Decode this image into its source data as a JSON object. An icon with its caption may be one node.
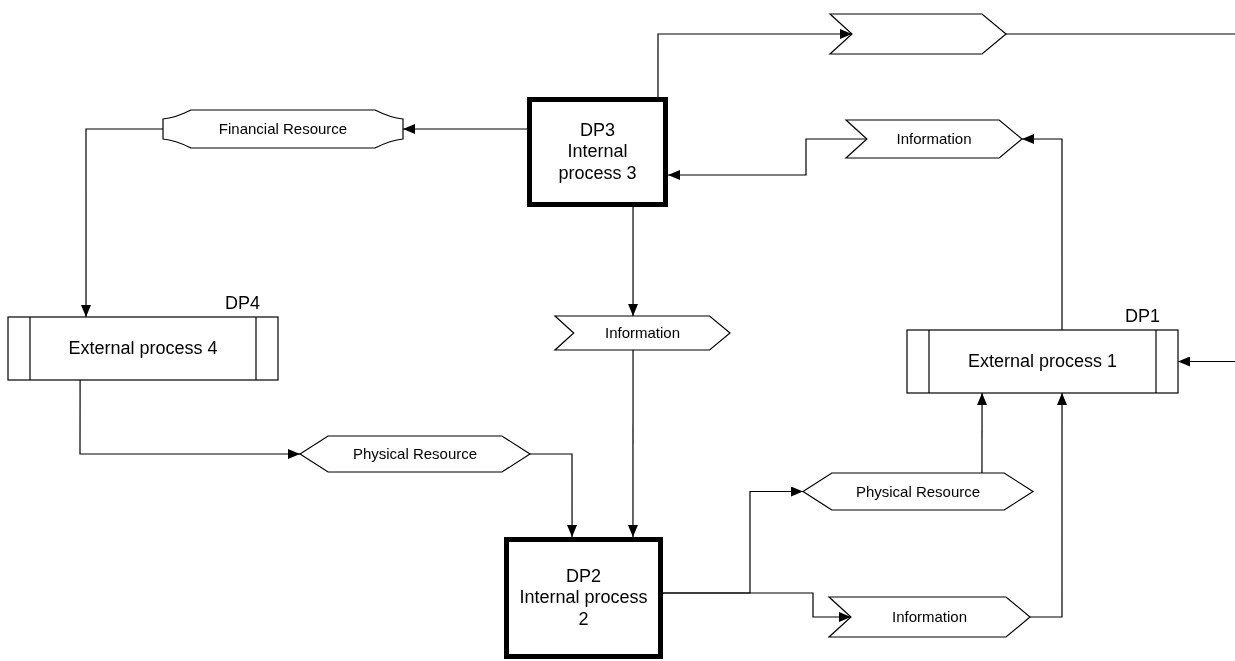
{
  "diagram": {
    "nodes": [
      {
        "text": [],
        "shape": "chevron"
      },
      {
        "text": [
          "Financial Resource"
        ]
      },
      {
        "text": [
          "DP3",
          "Internal process 3"
        ]
      },
      {
        "text": [
          "Information"
        ]
      },
      {
        "text": [
          "External process 4"
        ],
        "beside": [
          "DP4"
        ]
      },
      {
        "text": [
          "Information"
        ]
      },
      {
        "text": [
          "External process 1"
        ],
        "beside": [
          "DP1"
        ]
      },
      {
        "text": [
          "Physical Resource"
        ]
      },
      {
        "text": [
          "Physical Resource"
        ]
      },
      {
        "text": [
          "DP2",
          "Internal process 2"
        ]
      },
      {
        "text": [
          "Information"
        ]
      }
    ],
    "edges": [
      {
        "from": 2,
        "to": 0,
        "arrow": "to"
      },
      {
        "from": 0,
        "to": null,
        "arrow": "none"
      },
      {
        "from": 2,
        "to": 1,
        "arrow": "to"
      },
      {
        "from": 1,
        "to": 4,
        "arrow": "to"
      },
      {
        "from": 3,
        "to": 2,
        "arrow": "to"
      },
      {
        "from": 6,
        "to": 3,
        "arrow": "to"
      },
      {
        "from": null,
        "to": 6,
        "arrow": "to"
      },
      {
        "from": 2,
        "to": 5,
        "arrow": "to"
      },
      {
        "from": 5,
        "to": 9,
        "arrow": "to"
      },
      {
        "from": 4,
        "to": 7,
        "arrow": "to"
      },
      {
        "from": 7,
        "to": 9,
        "arrow": "to"
      },
      {
        "from": 9,
        "to": 8,
        "arrow": "to"
      },
      {
        "from": 9,
        "to": 10,
        "arrow": "to"
      },
      {
        "from": 8,
        "to": 6,
        "arrow": "to"
      },
      {
        "from": 10,
        "to": 6,
        "arrow": "to"
      }
    ]
  }
}
